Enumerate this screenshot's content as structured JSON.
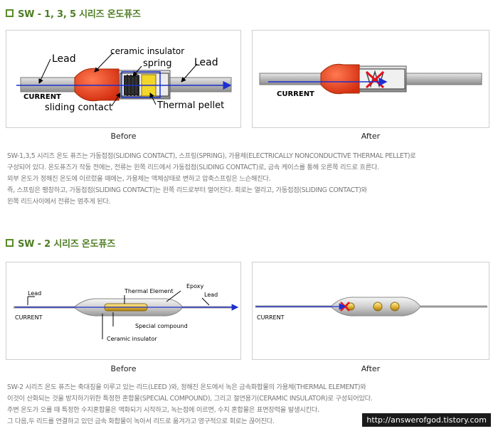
{
  "section1": {
    "title": "SW - 1, 3, 5 시리즈 온도퓨즈",
    "diagram_before": {
      "lead_left": "Lead",
      "ceramic": "ceramic insulator",
      "spring": "spring",
      "lead_right": "Lead",
      "current": "CURRENT",
      "sliding": "sliding contact",
      "pellet": "Thermal pellet"
    },
    "diagram_after": {
      "current": "CURRENT"
    },
    "caption_before": "Before",
    "caption_after": "After",
    "paragraph": [
      "SW-1,3,5 시리즈 온도 퓨즈는 가동접점(SLIDING CONTACT), 스프링(SPRING), 가용체(ELECTRICALLY NONCONDUCTIVE THERMAL PELLET)로",
      "구성되어 있다. 온도퓨즈가 작동 전에는, 전류는 왼쪽 리드에서 가동접점(SLIDING CONTACT)로, 금속 케이스를 통해 오른쪽 리드로 흐른다.",
      "외부 온도가 정해진 온도에 이르렀을 때에는, 가용체는 액체상태로 변하고 압축스프링은 느슨해진다.",
      "즉, 스프링은 팽창하고, 가동접점(SLIDING CONTACT)는 왼쪽 리드로부터 멀어진다. 회로는 열리고, 가동접점(SLIDING CONTACT)와",
      "왼쪽 리드사이에서 전류는 멈추게 된다."
    ]
  },
  "section2": {
    "title": "SW - 2 시리즈 온도퓨즈",
    "diagram_before": {
      "lead_left": "Lead",
      "thermal_element": "Thermal Element",
      "epoxy": "Epoxy",
      "lead_right": "Lead",
      "current": "CURRENT",
      "special": "Special compound",
      "ceramic": "Ceramic insulator"
    },
    "diagram_after": {
      "current": "CURRENT"
    },
    "caption_before": "Before",
    "caption_after": "After",
    "paragraph": [
      "SW-2 시리즈 온도 퓨즈는 축대칭을 이루고 있는 리드(LEED )와, 정해진 온도에서 녹은 금속화합물의 가용체(THERMAL ELEMENT)와",
      "이것이 산화되는 것을 방지하기위한 특정한 혼합물(SPECIAL COMPOUND), 그리고 절연용기(CERAMIC INSULATOR)로 구성되어있다.",
      "주변 온도가 오를 때 특정한 수지혼합물은 액화되기 시작하고, 녹는점에 이르면, 수지 혼합물은 표면장력을 발생시킨다.",
      "그 다음,두 리드를 연결하고 있던 금속 화합물이 녹아서 리드로 옮겨가고 영구적으로 회로는 끊어진다."
    ]
  },
  "watermark": "http://answerofgod.tistory.com",
  "colors": {
    "accent": "#4e7d23",
    "arrow": "#1d2fd0",
    "orange": "#e8401c"
  }
}
